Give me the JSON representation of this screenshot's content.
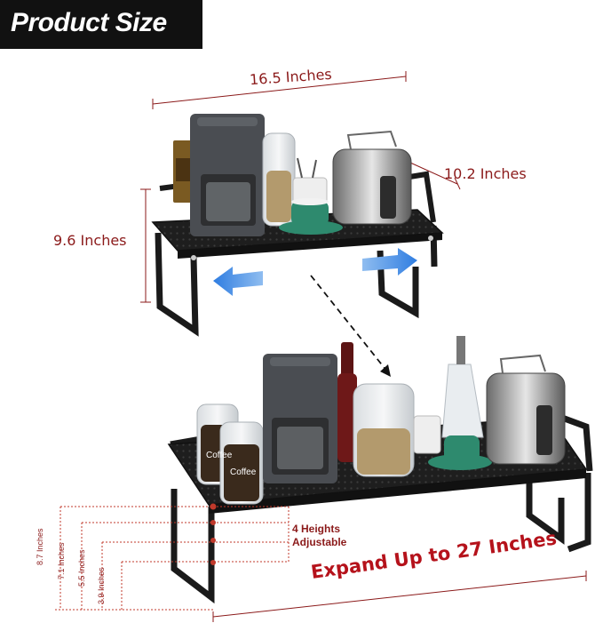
{
  "title": "Product Size",
  "dimensions": {
    "width": "16.5 Inches",
    "depth": "10.2 Inches",
    "height": "9.6 Inches",
    "expand": "Expand Up to 27 Inches"
  },
  "heights": {
    "label_line1": "4 Heights",
    "label_line2": "Adjustable",
    "levels": [
      "8.7 Inches",
      "7.1 Inches",
      "5.5 Inches",
      "3.9 Inches"
    ]
  },
  "jar_labels": [
    "Coffee",
    "Coffee"
  ],
  "colors": {
    "dimension_text": "#8b1a1a",
    "expand_text": "#b5121b",
    "arrow_blue": "#2f7de1",
    "shelf": "#1c1c1c",
    "title_bg": "#111111"
  }
}
